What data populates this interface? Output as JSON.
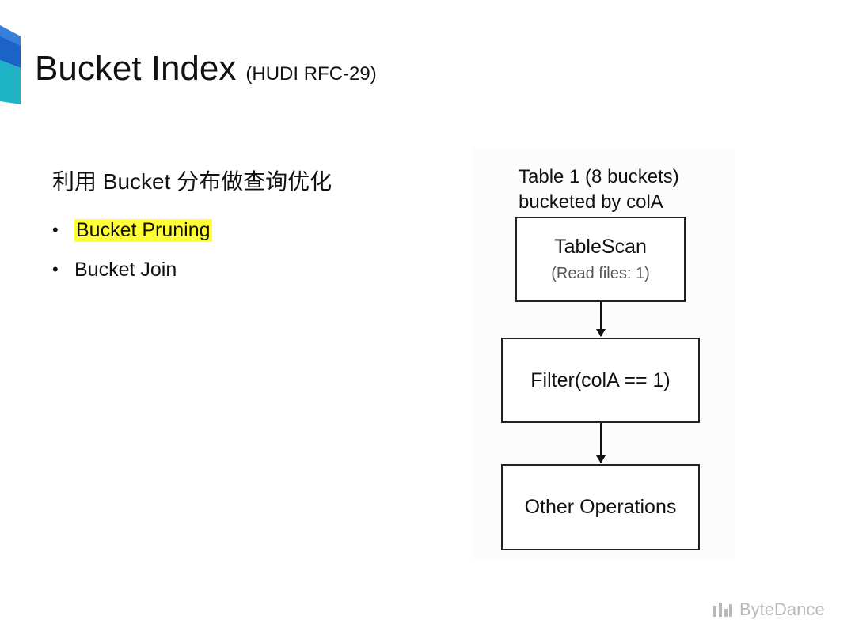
{
  "title": {
    "main": "Bucket Index",
    "sub": "(HUDI RFC-29)"
  },
  "section": {
    "heading": "利用 Bucket 分布做查询优化",
    "bullets": [
      {
        "text": "Bucket Pruning",
        "highlighted": true
      },
      {
        "text": "Bucket Join",
        "highlighted": false
      }
    ],
    "bullet_glyph": "•"
  },
  "diagram": {
    "caption_line1": "Table 1 (8 buckets)",
    "caption_line2": "bucketed by colA",
    "nodes": [
      {
        "title": "TableScan",
        "subtitle": "(Read files: 1)"
      },
      {
        "title": "Filter(colA == 1)"
      },
      {
        "title": "Other Operations"
      }
    ]
  },
  "brand": {
    "name": "ByteDance"
  },
  "colors": {
    "highlight": "#ffff33",
    "logo_blue": "#1b63c9",
    "logo_teal": "#1fb3c6",
    "brand_gray": "#b8b8b8"
  },
  "icons": {
    "corner": "bytedance-corner-logo-icon",
    "brand": "bytedance-logo-icon"
  }
}
